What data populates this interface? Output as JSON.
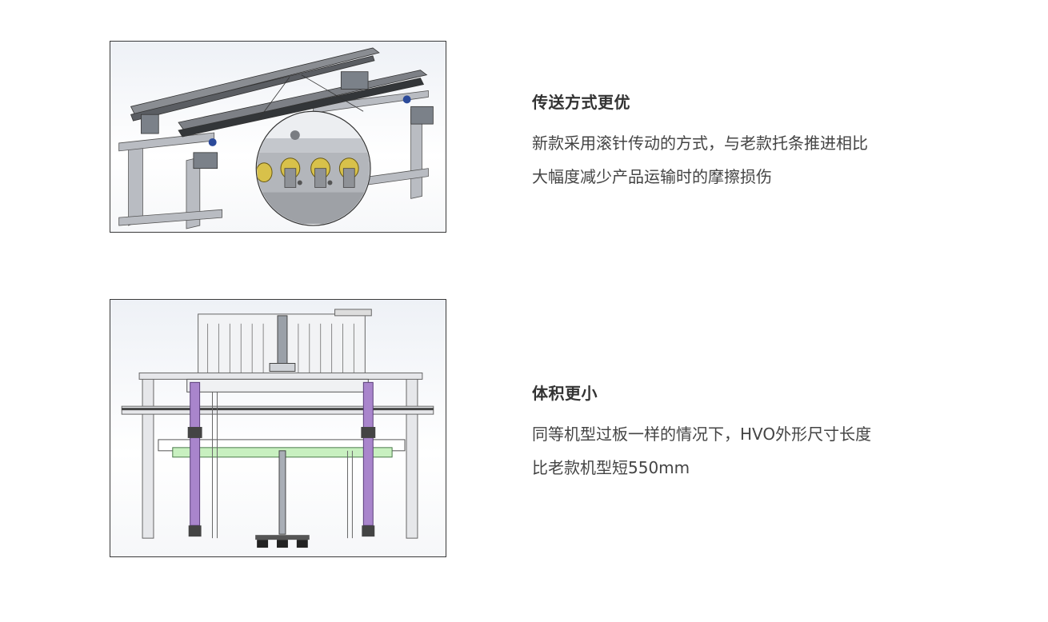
{
  "features": [
    {
      "title": "传送方式更优",
      "lines": [
        "新款采用滚针传动的方式，与老款托条推进相比",
        "大幅度减少产品运输时的摩擦损伤"
      ]
    },
    {
      "title": "体积更小",
      "lines": [
        "同等机型过板一样的情况下，HVO外形尺寸长度",
        "比老款机型短550mm"
      ]
    }
  ]
}
